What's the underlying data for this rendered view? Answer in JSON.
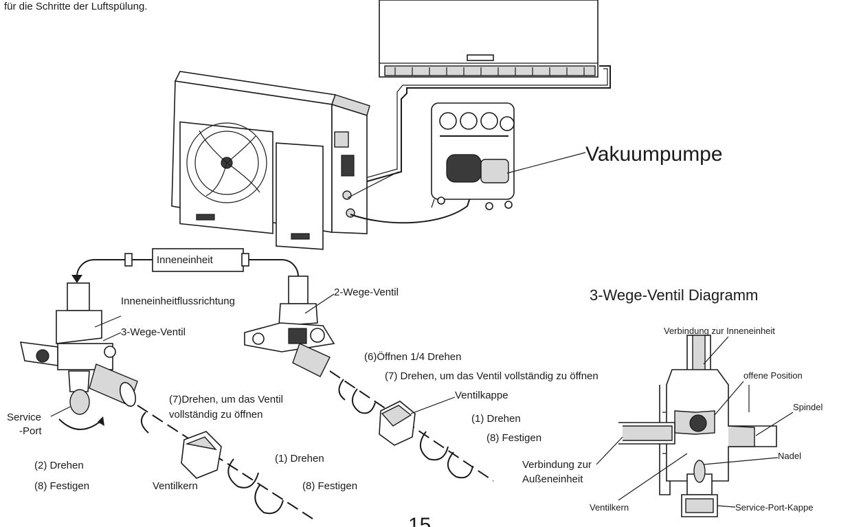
{
  "header_text": "für die Schritte der Luftspülung.",
  "page_number": "15",
  "labels": {
    "vakuumpumpe": "Vakuumpumpe",
    "inneneinheit_box": "Inneneinheit",
    "flussrichtung": "Inneneinheitflussrichtung",
    "three_way_valve": "3-Wege-Ventil",
    "two_way_valve": "2-Wege-Ventil",
    "service_port": "Service\n-Port",
    "service_port_line1": "Service",
    "service_port_line2": "-Port",
    "step2_drehen": "(2) Drehen",
    "step8_festigen_left": "(8) Festigen",
    "step7_left_line1": "(7)Drehen, um das Ventil",
    "step7_left_line2": "vollständig zu öffnen",
    "ventilkern_left": "Ventilkern",
    "step1_drehen_mid": "(1) Drehen",
    "step8_festigen_mid": "(8) Festigen",
    "step6": "(6)Öffnen 1/4 Drehen",
    "step7_right": "(7) Drehen, um das Ventil vollständig zu öffnen",
    "ventilkappe": "Ventilkappe",
    "step1_drehen_right": "(1) Drehen",
    "step8_festigen_right": "(8) Festigen"
  },
  "diagram_3way": {
    "title": "3-Wege-Ventil Diagramm",
    "verbindung_innen": "Verbindung zur Inneneinheit",
    "offene_position": "offene Position",
    "spindel": "Spindel",
    "verbindung_aussen_line1": "Verbindung zur",
    "verbindung_aussen_line2": "Außeneinheit",
    "nadel": "Nadel",
    "ventilkern": "Ventilkern",
    "service_port_kappe": "Service-Port-Kappe"
  }
}
